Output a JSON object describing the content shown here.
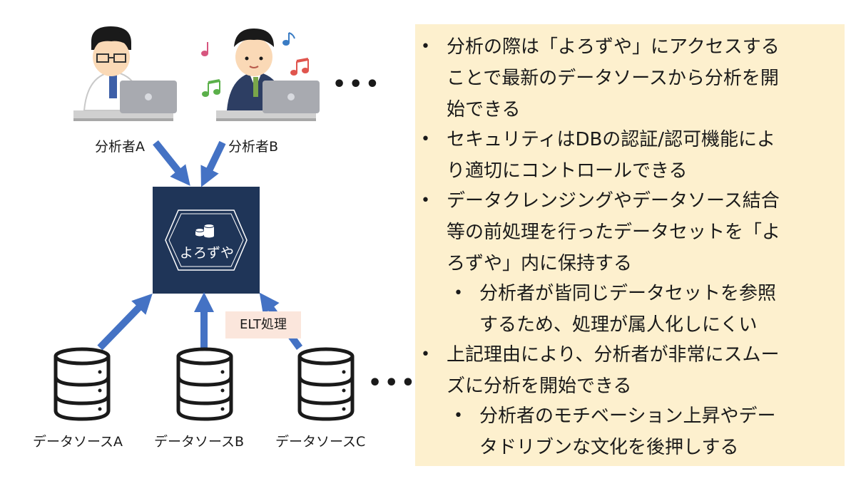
{
  "analysts": [
    {
      "label": "分析者A"
    },
    {
      "label": "分析者B"
    }
  ],
  "center": {
    "label": "よろずや"
  },
  "sources": [
    {
      "label": "データソースA"
    },
    {
      "label": "データソースB"
    },
    {
      "label": "データソースC"
    }
  ],
  "elt_label": "ELT処理",
  "ellipsis": "•••",
  "panel": {
    "bullets": [
      {
        "level": 1,
        "lines": [
          "分析の際は「よろずや」にアクセスする",
          "ことで最新のデータソースから分析を開",
          "始できる"
        ]
      },
      {
        "level": 1,
        "lines": [
          "セキュリティはDBの認証/認可機能によ",
          "り適切にコントロールできる"
        ]
      },
      {
        "level": 1,
        "lines": [
          "データクレンジングやデータソース結合",
          "等の前処理を行ったデータセットを「よ",
          "ろずや」内に保持する"
        ]
      },
      {
        "level": 2,
        "lines": [
          "分析者が皆同じデータセットを参照",
          "するため、処理が属人化しにくい"
        ]
      },
      {
        "level": 1,
        "lines": [
          "上記理由により、分析者が非常にスムー",
          "ズに分析を開始できる"
        ]
      },
      {
        "level": 2,
        "lines": [
          "分析者のモチベーション上昇やデー",
          "タドリブンな文化を後押しする"
        ]
      }
    ]
  },
  "colors": {
    "panel_bg": "#fdf0ce",
    "box_bg": "#1f3558",
    "arrow": "#4472c4",
    "elt_bg": "#fbe6dc"
  }
}
